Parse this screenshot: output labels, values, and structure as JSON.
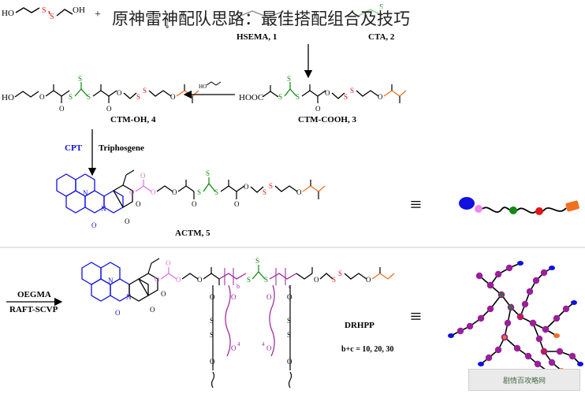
{
  "overlay_title": "原神雷神配队思路：最佳搭配组合及技巧",
  "compounds": {
    "hsema": "HSEMA, 1",
    "cta": "CTA, 2",
    "ctm_cooh": "CTM-COOH, 3",
    "ctm_oh": "CTM-OH, 4",
    "actm": "ACTM, 5",
    "drhpp": "DRHPP"
  },
  "reagents": {
    "cpt": "CPT",
    "triphosgene": "Triphosgene",
    "oegma": "OEGMA",
    "raft": "RAFT-SCVP"
  },
  "labels": {
    "plus": "+",
    "ho_left": "HO",
    "oh_right": "OH",
    "ho_ctm": "HO",
    "hooc": "HOOC",
    "sulfur": "S",
    "equiv": "≡",
    "ratio": "b+c = 10, 20, 30",
    "sub_4_left": "4",
    "sub_4_right": "4",
    "sub_b": "b",
    "sub_c": "c"
  },
  "colors": {
    "camptothecin": "#1010e0",
    "carbonate": "#e070e0",
    "trithiocarbonate": "#108a10",
    "disulfide": "#e01818",
    "methacrylate": "#f07020",
    "peg": "#9a1f9a",
    "ink": "#000000"
  },
  "watermark": "剧情百攻略网"
}
